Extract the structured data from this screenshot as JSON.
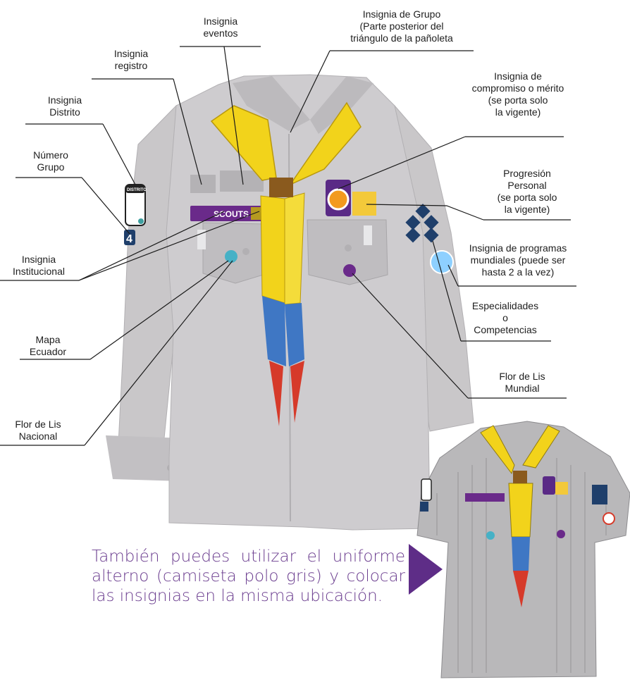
{
  "labels": {
    "insignia_eventos": "Insignia\neventos",
    "insignia_grupo": "Insignia de Grupo\n(Parte posterior del\ntriángulo de la pañoleta",
    "insignia_registro": "Insignia\nregistro",
    "insignia_compromiso": "Insignia de\ncompromiso o mérito\n(se porta solo\nla vigente)",
    "insignia_distrito": "Insignia\nDistrito",
    "numero_grupo": "Número\nGrupo",
    "progresion_personal": "Progresión\nPersonal\n(se porta solo\nla vigente)",
    "insignia_programas": "Insignia de programas\nmundiales (puede ser\nhasta 2 a la vez)",
    "insignia_institucional": "Insignia\nInstitucional",
    "especialidades": "Especialidades\no\nCompetencias",
    "mapa_ecuador": "Mapa\nEcuador",
    "flor_lis_mundial": "Flor de Lis\nMundial",
    "flor_lis_nacional": "Flor de Lis\nNacional"
  },
  "badges": {
    "scouts_strip": "SCOUTS",
    "distrito_tab": "DISTRITO",
    "group_number": "4"
  },
  "note": "También puedes utilizar el uniforme alterno (camiseta polo gris) y colocar las insignias en la misma ubicación.",
  "colors": {
    "shirt": "#c9c7c9",
    "shirt_shadow": "#a8a6a9",
    "scarf_yellow": "#f2d31b",
    "scarf_blue": "#3f77c4",
    "scarf_red": "#d63a2a",
    "woggle": "#8a5a1e",
    "badge_purple": "#6a2a8a",
    "group_badge_yellow": "#f3c93a",
    "specialty_navy": "#1f3f6b",
    "note_purple": "#6b3d8f",
    "arrow_purple": "#5e2d87"
  }
}
